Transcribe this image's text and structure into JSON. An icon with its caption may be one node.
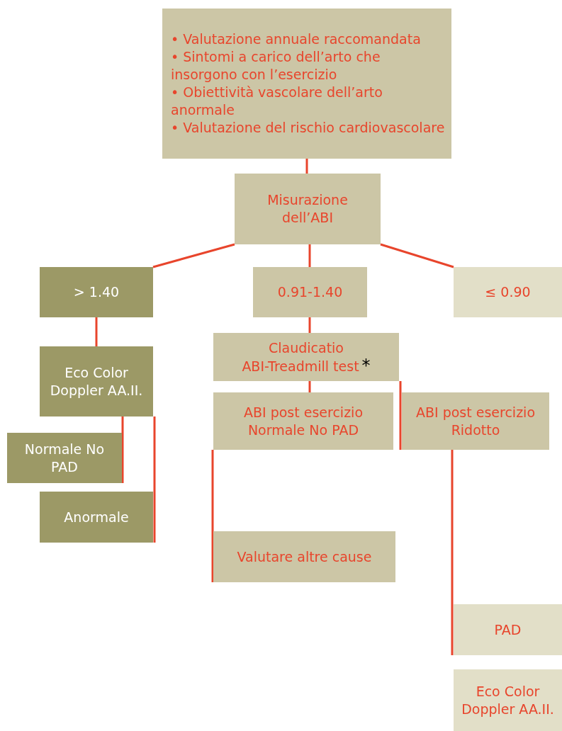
{
  "diagram": {
    "nodes": [
      {
        "text": [
          "• Valutazione annuale raccomandata",
          "• Sintomi a carico dell’arto che insorgono con l’esercizio",
          "• Obiettività vascolare dell’arto anormale",
          "• Valutazione del rischio cardiovascolare"
        ]
      },
      {
        "text": [
          "Misurazione dell’ABI"
        ]
      },
      {
        "text": [
          "> 1.40"
        ]
      },
      {
        "text": [
          "0.91-1.40"
        ]
      },
      {
        "text": [
          "≤ 0.90"
        ]
      },
      {
        "text": [
          "Eco Color Doppler AA.II."
        ]
      },
      {
        "text": [
          "Claudicatio",
          "ABI-Treadmill test",
          "*"
        ]
      },
      {
        "text": [
          "ABI post esercizio Normale No PAD"
        ]
      },
      {
        "text": [
          "ABI post esercizio Ridotto"
        ]
      },
      {
        "text": [
          "Normale No PAD"
        ]
      },
      {
        "text": [
          "Anormale"
        ]
      },
      {
        "text": [
          "Valutare altre cause"
        ]
      },
      {
        "text": [
          "PAD"
        ]
      },
      {
        "text": [
          "Eco Color Doppler AA.II."
        ]
      }
    ],
    "edges": [
      {
        "from": 0,
        "to": 1,
        "arrow": "none"
      },
      {
        "from": 1,
        "to": 2,
        "arrow": "none"
      },
      {
        "from": 1,
        "to": 3,
        "arrow": "none"
      },
      {
        "from": 1,
        "to": 4,
        "arrow": "none"
      },
      {
        "from": 2,
        "to": 5,
        "arrow": "none"
      },
      {
        "from": 3,
        "to": 6,
        "arrow": "none"
      },
      {
        "from": 6,
        "to": 7,
        "arrow": "none"
      },
      {
        "from": 6,
        "to": 8,
        "arrow": "none"
      },
      {
        "from": 5,
        "to": 9,
        "arrow": "none"
      },
      {
        "from": 5,
        "to": 10,
        "arrow": "none"
      },
      {
        "from": 7,
        "to": 11,
        "arrow": "none"
      },
      {
        "from": 8,
        "to": 12,
        "arrow": "none"
      }
    ]
  }
}
